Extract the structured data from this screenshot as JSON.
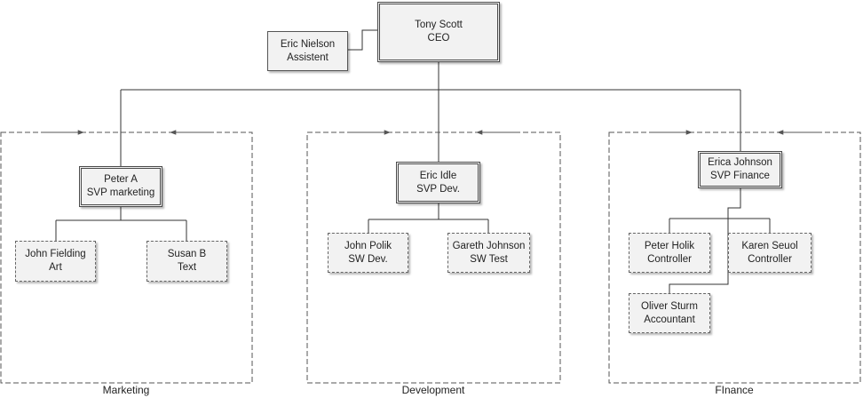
{
  "ceo": {
    "name": "Tony Scott",
    "title": "CEO"
  },
  "assistant": {
    "name": "Eric Nielson",
    "title": "Assistent"
  },
  "groups": {
    "marketing": {
      "label": "Marketing",
      "head": {
        "name": "Peter A",
        "title": "SVP marketing"
      },
      "members": [
        {
          "name": "John Fielding",
          "title": "Art"
        },
        {
          "name": "Susan B",
          "title": "Text"
        }
      ]
    },
    "development": {
      "label": "Development",
      "head": {
        "name": "Eric Idle",
        "title": "SVP Dev."
      },
      "members": [
        {
          "name": "John Polik",
          "title": "SW Dev."
        },
        {
          "name": "Gareth Johnson",
          "title": "SW Test"
        }
      ]
    },
    "finance": {
      "label": "FInance",
      "head": {
        "name": "Erica Johnson",
        "title": "SVP Finance"
      },
      "members": [
        {
          "name": "Peter Holik",
          "title": "Controller"
        },
        {
          "name": "Karen Seuol",
          "title": "Controller"
        },
        {
          "name": "Oliver Sturm",
          "title": "Accountant"
        }
      ]
    }
  }
}
